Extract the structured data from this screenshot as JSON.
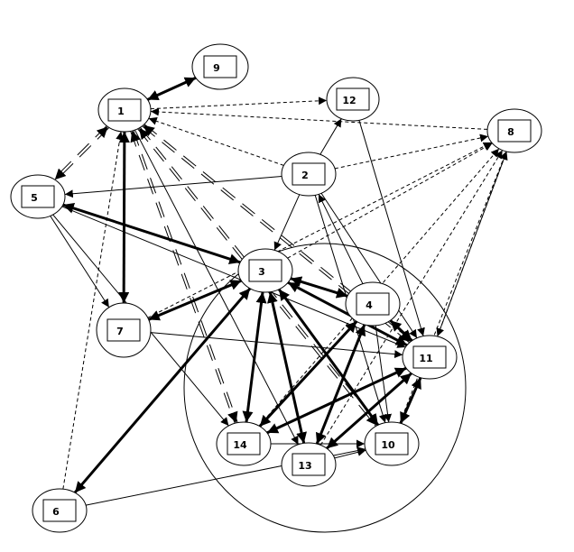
{
  "colors": {
    "stroke": "#000000",
    "background": "#ffffff"
  },
  "nodes": [
    {
      "id": "1",
      "label": "1"
    },
    {
      "id": "2",
      "label": "2"
    },
    {
      "id": "3",
      "label": "3"
    },
    {
      "id": "4",
      "label": "4"
    },
    {
      "id": "5",
      "label": "5"
    },
    {
      "id": "6",
      "label": "6"
    },
    {
      "id": "7",
      "label": "7"
    },
    {
      "id": "8",
      "label": "8"
    },
    {
      "id": "9",
      "label": "9"
    },
    {
      "id": "10",
      "label": "10"
    },
    {
      "id": "11",
      "label": "11"
    },
    {
      "id": "12",
      "label": "12"
    },
    {
      "id": "13",
      "label": "13"
    },
    {
      "id": "14",
      "label": "14"
    }
  ],
  "edges": [
    {
      "from": "1",
      "to": "9",
      "style": "thick",
      "dir": "both"
    },
    {
      "from": "1",
      "to": "12",
      "style": "dashed",
      "dir": "forward"
    },
    {
      "from": "8",
      "to": "1",
      "style": "dashed",
      "dir": "forward"
    },
    {
      "from": "2",
      "to": "1",
      "style": "dashed",
      "dir": "forward"
    },
    {
      "from": "1",
      "to": "5",
      "style": "double",
      "dir": "both"
    },
    {
      "from": "1",
      "to": "7",
      "style": "thick",
      "dir": "both"
    },
    {
      "from": "6",
      "to": "1",
      "style": "dashed",
      "dir": "forward"
    },
    {
      "from": "1",
      "to": "13",
      "style": "solid",
      "dir": "forward"
    },
    {
      "from": "1",
      "to": "14",
      "style": "double",
      "dir": "both"
    },
    {
      "from": "1",
      "to": "11",
      "style": "double",
      "dir": "both"
    },
    {
      "from": "1",
      "to": "10",
      "style": "double",
      "dir": "both"
    },
    {
      "from": "2",
      "to": "5",
      "style": "solid",
      "dir": "forward"
    },
    {
      "from": "2",
      "to": "12",
      "style": "solid",
      "dir": "forward"
    },
    {
      "from": "2",
      "to": "3",
      "style": "solid",
      "dir": "forward"
    },
    {
      "from": "2",
      "to": "8",
      "style": "dashed",
      "dir": "forward"
    },
    {
      "from": "2",
      "to": "10",
      "style": "solid",
      "dir": "forward"
    },
    {
      "from": "2",
      "to": "11",
      "style": "solid",
      "dir": "forward"
    },
    {
      "from": "4",
      "to": "2",
      "style": "solid",
      "dir": "forward"
    },
    {
      "from": "12",
      "to": "11",
      "style": "solid",
      "dir": "forward"
    },
    {
      "from": "8",
      "to": "11",
      "style": "solid",
      "dir": "forward"
    },
    {
      "from": "7",
      "to": "8",
      "style": "dashed",
      "dir": "forward"
    },
    {
      "from": "3",
      "to": "8",
      "style": "dashed",
      "dir": "forward"
    },
    {
      "from": "14",
      "to": "8",
      "style": "dashed",
      "dir": "forward"
    },
    {
      "from": "13",
      "to": "8",
      "style": "dashed",
      "dir": "forward"
    },
    {
      "from": "10",
      "to": "8",
      "style": "dashed",
      "dir": "forward"
    },
    {
      "from": "11",
      "to": "8",
      "style": "dashed",
      "dir": "forward"
    },
    {
      "from": "5",
      "to": "3",
      "style": "thick",
      "dir": "both"
    },
    {
      "from": "5",
      "to": "7",
      "style": "solid",
      "dir": "forward"
    },
    {
      "from": "5",
      "to": "14",
      "style": "solid",
      "dir": "forward"
    },
    {
      "from": "5",
      "to": "11",
      "style": "solid",
      "dir": "forward"
    },
    {
      "from": "7",
      "to": "3",
      "style": "thick",
      "dir": "both"
    },
    {
      "from": "7",
      "to": "11",
      "style": "solid",
      "dir": "forward"
    },
    {
      "from": "6",
      "to": "3",
      "style": "thick",
      "dir": "both"
    },
    {
      "from": "6",
      "to": "10",
      "style": "solid",
      "dir": "forward"
    },
    {
      "from": "3",
      "to": "4",
      "style": "thick",
      "dir": "both"
    },
    {
      "from": "3",
      "to": "14",
      "style": "thick",
      "dir": "both"
    },
    {
      "from": "3",
      "to": "13",
      "style": "thick",
      "dir": "both"
    },
    {
      "from": "3",
      "to": "11",
      "style": "thick",
      "dir": "both"
    },
    {
      "from": "3",
      "to": "10",
      "style": "thick",
      "dir": "both"
    },
    {
      "from": "4",
      "to": "14",
      "style": "thick",
      "dir": "both"
    },
    {
      "from": "13",
      "to": "4",
      "style": "thick",
      "dir": "both"
    },
    {
      "from": "4",
      "to": "11",
      "style": "thick",
      "dir": "both"
    },
    {
      "from": "4",
      "to": "10",
      "style": "solid",
      "dir": "forward"
    },
    {
      "from": "11",
      "to": "14",
      "style": "thick",
      "dir": "both"
    },
    {
      "from": "11",
      "to": "13",
      "style": "thick",
      "dir": "both"
    },
    {
      "from": "11",
      "to": "10",
      "style": "thick",
      "dir": "both"
    },
    {
      "from": "14",
      "to": "10",
      "style": "solid",
      "dir": "forward"
    },
    {
      "from": "13",
      "to": "10",
      "style": "solid",
      "dir": "forward"
    }
  ]
}
